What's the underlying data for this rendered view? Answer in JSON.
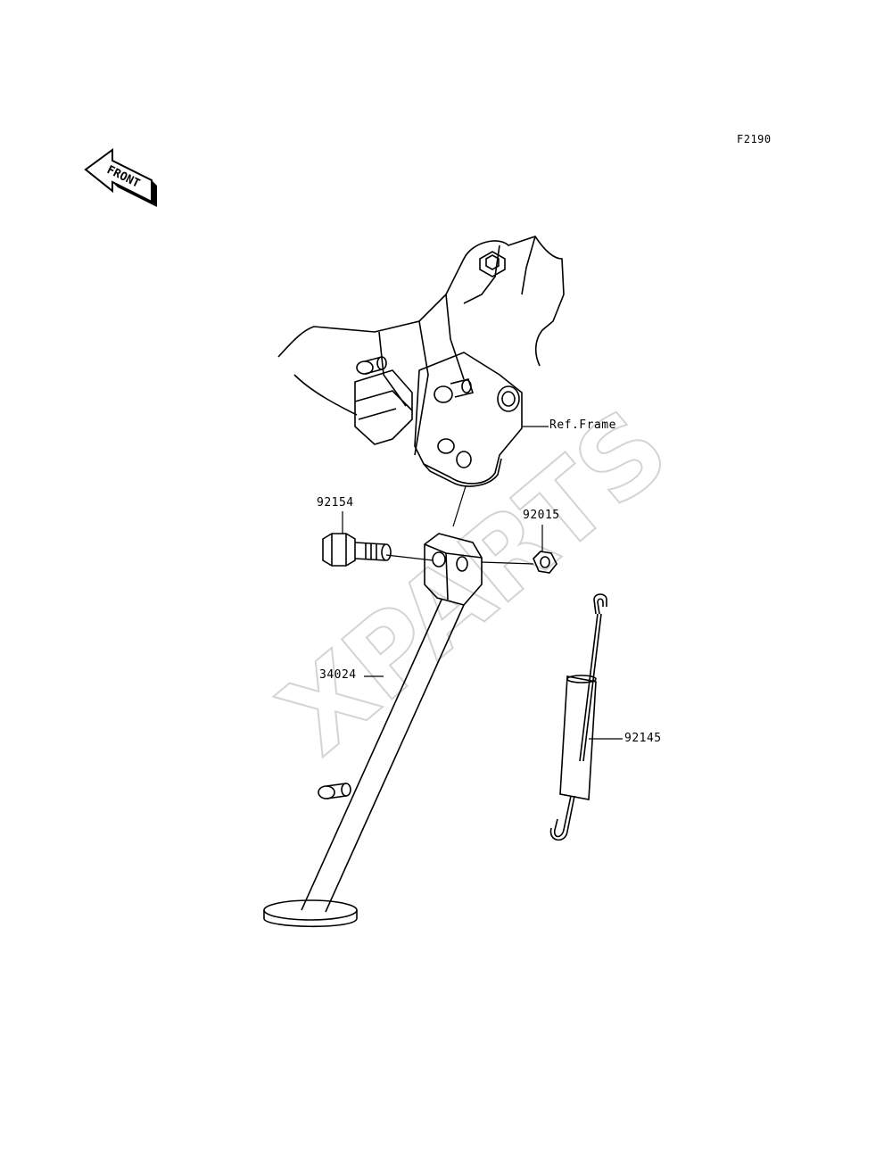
{
  "diagram": {
    "code": "F2190",
    "front_label": "FRONT",
    "watermark": "XPARTS",
    "callouts": {
      "ref_frame": "Ref.Frame",
      "part_92154": "92154",
      "part_92015": "92015",
      "part_34024": "34024",
      "part_92145": "92145"
    }
  }
}
